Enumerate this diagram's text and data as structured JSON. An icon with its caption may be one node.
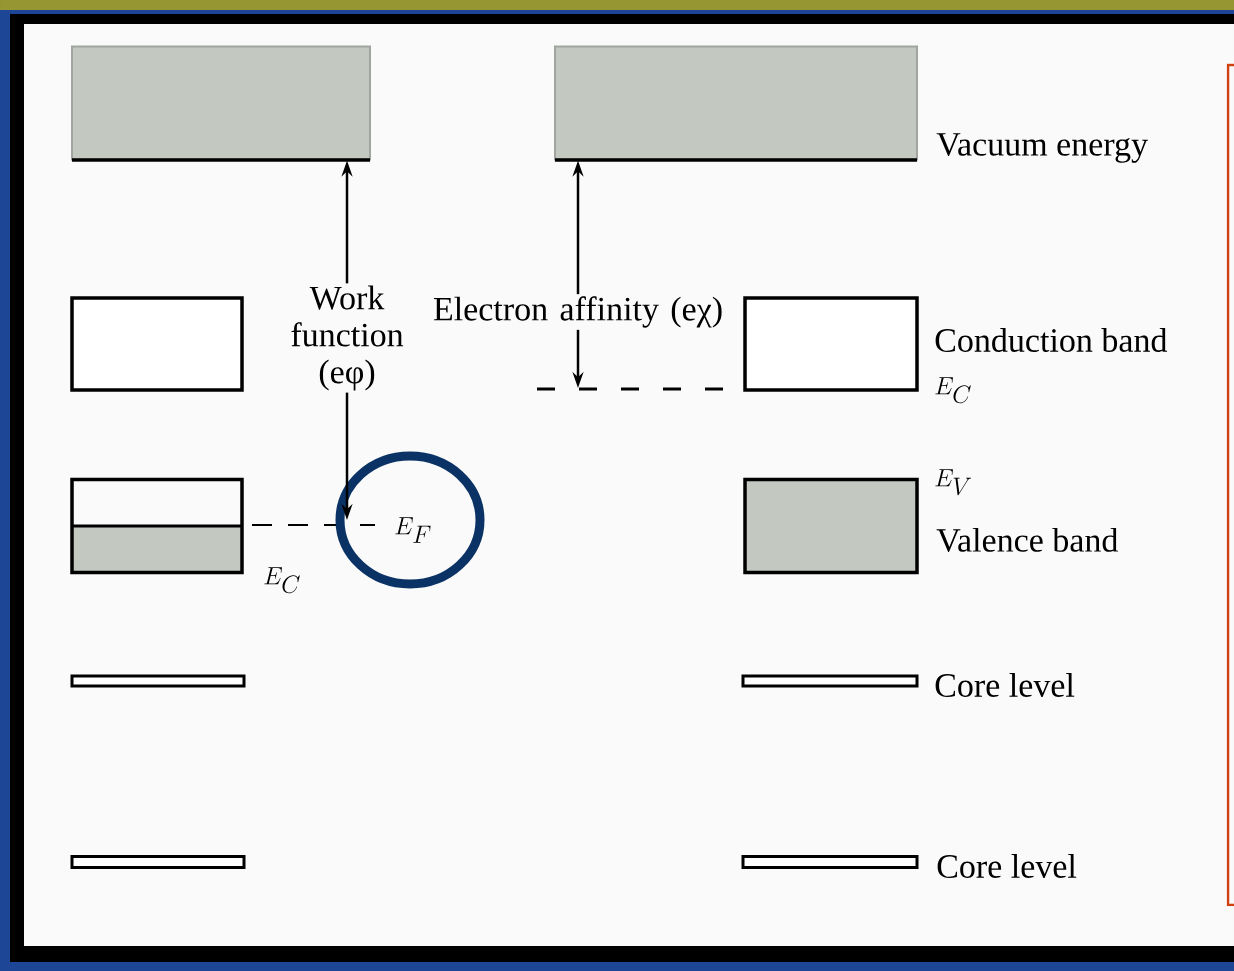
{
  "diagram": {
    "nodes": [
      {
        "text": [],
        "shape": "box"
      },
      {
        "text": [],
        "shape": "box"
      },
      {
        "text": [],
        "shape": "box",
        "beside": [
          "E_C"
        ]
      },
      {
        "text": [],
        "shape": "bar"
      },
      {
        "text": [],
        "shape": "bar"
      },
      {
        "text": [],
        "shape": "box",
        "beside": [
          "Vacuum energy"
        ]
      },
      {
        "text": [],
        "shape": "box",
        "beside": [
          "Conduction band",
          "E_C"
        ]
      },
      {
        "text": [],
        "shape": "box",
        "beside": [
          "E_V",
          "Valence band"
        ]
      },
      {
        "text": [],
        "shape": "bar",
        "beside": [
          "Core level"
        ]
      },
      {
        "text": [],
        "shape": "bar",
        "beside": [
          "Core level"
        ]
      },
      {
        "text": [
          "Work function (eφ)"
        ]
      },
      {
        "text": [
          "Electron affinity (eχ)"
        ]
      },
      {
        "text": [
          "E_F"
        ]
      }
    ],
    "edges": [
      {
        "from": 10,
        "to": 0,
        "arrow": "to"
      },
      {
        "from": 10,
        "to": 12,
        "arrow": "to"
      },
      {
        "from": 11,
        "to": 5,
        "arrow": "to"
      },
      {
        "from": 11,
        "to": null,
        "arrow": "to"
      }
    ]
  }
}
